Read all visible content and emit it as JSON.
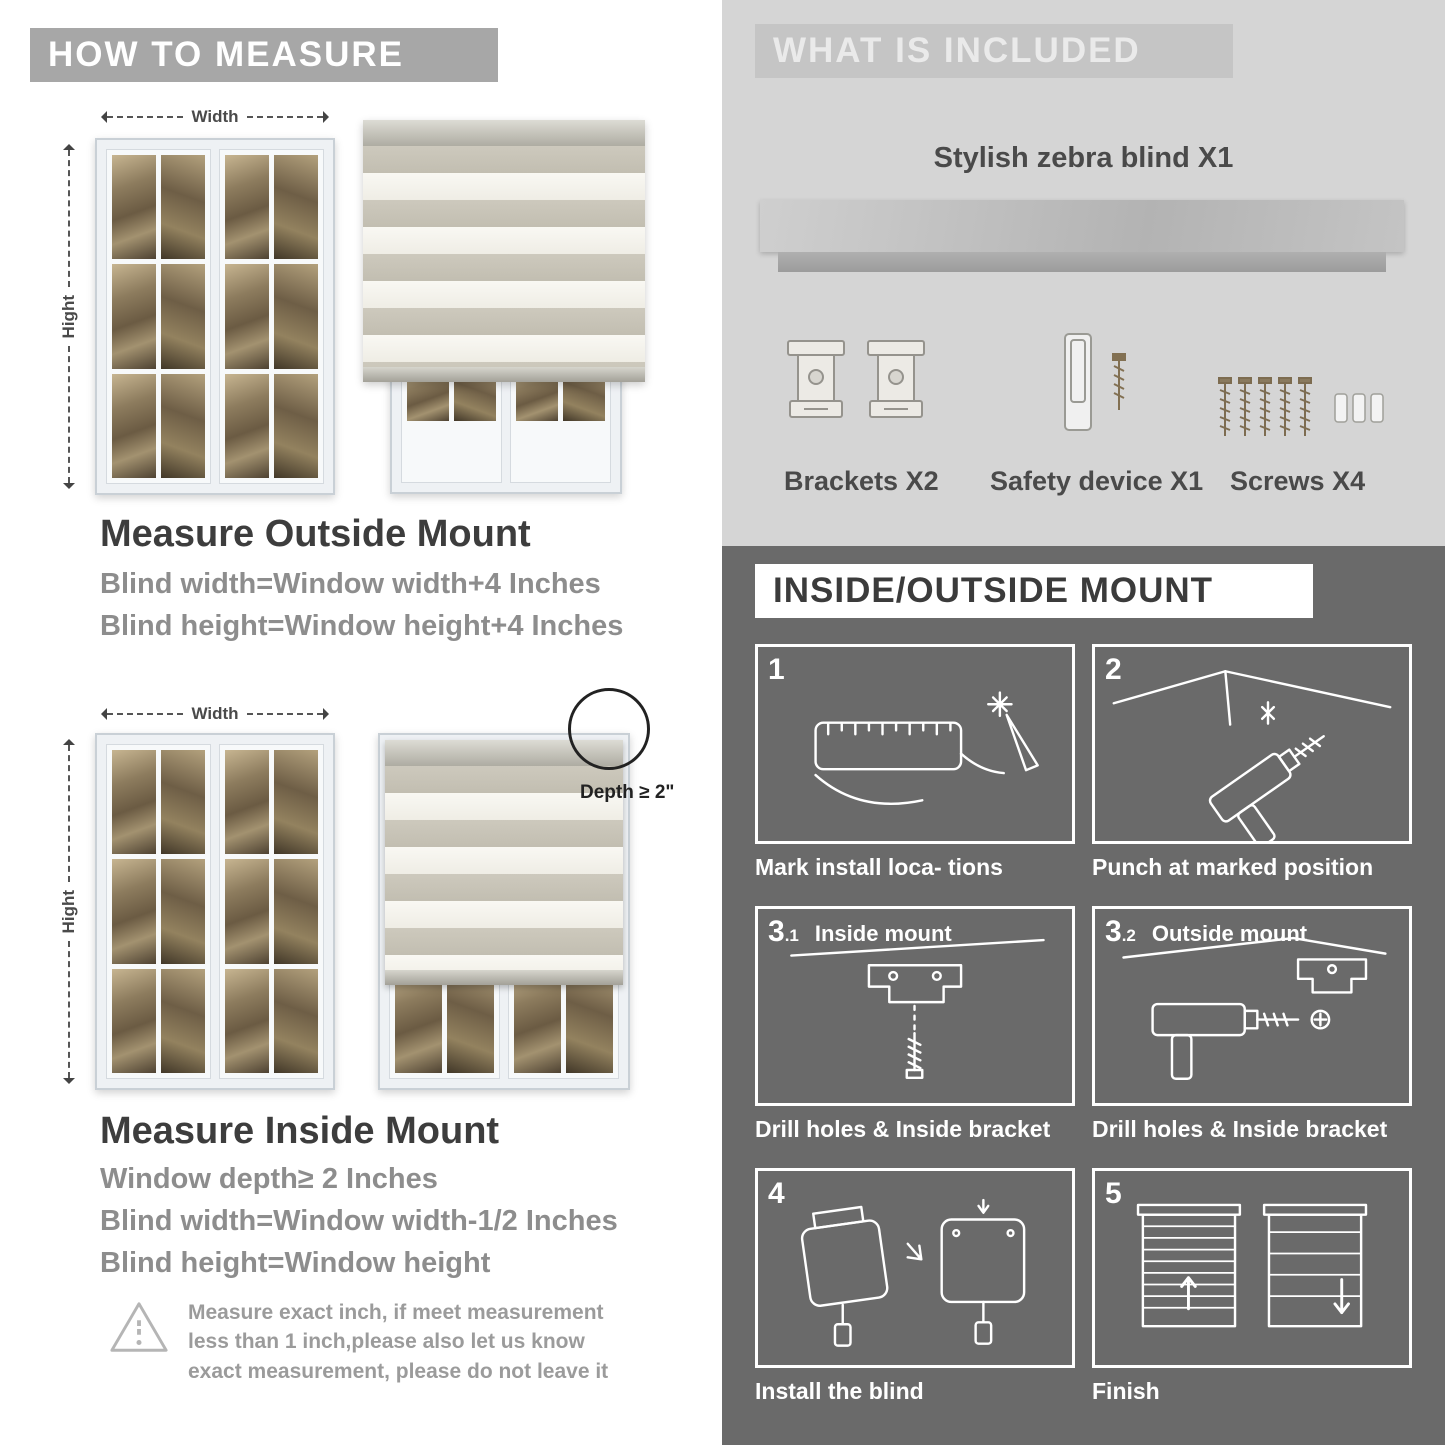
{
  "colors": {
    "banner_gray": "#a7a7a7",
    "included_bg": "#d5d5d5",
    "mount_bg": "#6a6a6a",
    "title_text": "#3d3d3d",
    "body_text": "#8d8d8d"
  },
  "measure": {
    "header": "HOW TO MEASURE",
    "width_label": "Width",
    "height_label": "Hight",
    "outside": {
      "title": "Measure Outside Mount",
      "lines": [
        "Blind width=Window width+4 Inches",
        "Blind height=Window height+4 Inches"
      ]
    },
    "inside": {
      "depth_callout": "Depth ≥ 2\"",
      "title": "Measure Inside Mount",
      "lines": [
        "Window depth≥ 2 Inches",
        "Blind width=Window width-1/2 Inches",
        "Blind height=Window height"
      ]
    },
    "warning": "Measure exact inch, if meet measurement less than 1 inch,please also let us know exact measurement, please do not leave it"
  },
  "included": {
    "header": "WHAT IS INCLUDED",
    "blind_label": "Stylish zebra blind X1",
    "items": [
      {
        "name": "brackets",
        "label": "Brackets X2"
      },
      {
        "name": "safety-device",
        "label": "Safety device X1"
      },
      {
        "name": "screws",
        "label": "Screws X4"
      }
    ]
  },
  "mount": {
    "header": "INSIDE/OUTSIDE MOUNT",
    "steps": [
      {
        "num": "1",
        "caption": "Mark install loca- tions"
      },
      {
        "num": "2",
        "caption": "Punch at  marked position"
      },
      {
        "num": "3",
        "sub": ".1",
        "title": "Inside mount",
        "caption": "Drill holes &  Inside bracket"
      },
      {
        "num": "3",
        "sub": ".2",
        "title": "Outside mount",
        "caption": "Drill holes &  Inside bracket"
      },
      {
        "num": "4",
        "caption": "Install the blind"
      },
      {
        "num": "5",
        "caption": "Finish"
      }
    ]
  }
}
